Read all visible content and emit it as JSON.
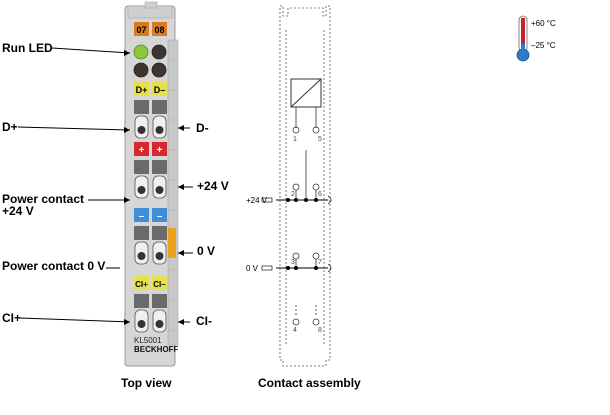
{
  "left_labels": {
    "run_led": "Run LED",
    "d_plus": "D+",
    "power_contact_24v_line1": "Power contact",
    "power_contact_24v_line2": "+24 V",
    "power_contact_0v": "Power contact 0 V",
    "ci_plus": "CI+"
  },
  "right_labels": {
    "d_minus": "D-",
    "plus_24v": "+24 V",
    "zero_v": "0 V",
    "ci_minus": "CI-"
  },
  "terminal": {
    "header_left": "07",
    "header_right": "08",
    "d_plus": "D+",
    "d_minus": "D–",
    "red_left": "+",
    "red_right": "+",
    "blue_left": "–",
    "blue_right": "–",
    "ci_plus": "CI+",
    "ci_minus": "CI–",
    "model": "KL5001",
    "brand": "BECKHOFF"
  },
  "captions": {
    "top_view": "Top view",
    "contact_assembly": "Contact assembly"
  },
  "contact_assembly": {
    "plus_24v": "+24 V",
    "zero_v": "0 V",
    "pin_1": "1",
    "pin_5": "5",
    "pin_2": "2",
    "pin_6": "6",
    "pin_3": "3",
    "pin_7": "7",
    "pin_4": "4",
    "pin_8": "8"
  },
  "temperature": {
    "max": "+60 °C",
    "min": "–25 °C"
  },
  "colors": {
    "orange": "#d97a1e",
    "green_led": "#8cc63f",
    "yellow_label": "#e6e04a",
    "red_label": "#d42a2f",
    "blue_label": "#3f8fd6",
    "housing": "#d8d8d8"
  }
}
